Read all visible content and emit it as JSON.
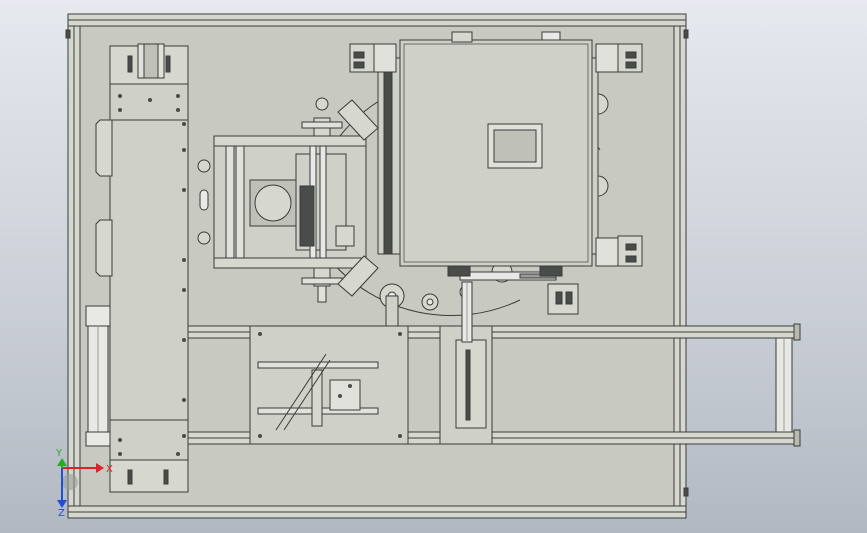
{
  "viewport": {
    "background_top": "#e6e9ee",
    "background_bottom": "#b2b8c2"
  },
  "model": {
    "part_fill": "#cfd0c8",
    "edge_color": "#3a3c3a",
    "dark_feature": "#4a4c4a",
    "base_plate_fill": "#c8c9c1",
    "cylinder_fill": "#e8e8e4"
  },
  "triad": {
    "x_label": "X",
    "y_label": "Y",
    "z_label": "Z",
    "x_color": "#e0202a",
    "y_color": "#20b020",
    "z_color": "#2050d0"
  }
}
